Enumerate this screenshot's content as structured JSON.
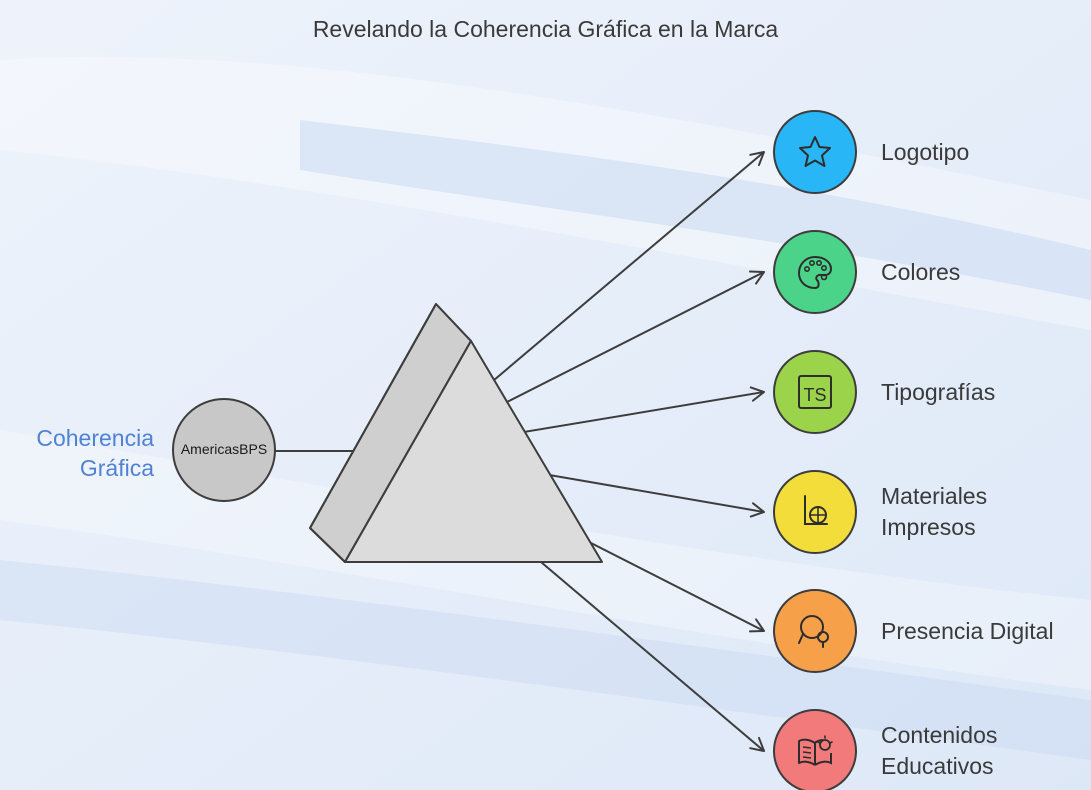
{
  "title": "Revelando la Coherencia Gráfica en la Marca",
  "side_label": {
    "line1": "Coherencia",
    "line2": "Gráfica"
  },
  "source": {
    "label": "AmericasBPS"
  },
  "outputs": [
    {
      "lines": [
        "Logotipo"
      ],
      "color": "#29b6f6",
      "icon": "star-icon"
    },
    {
      "lines": [
        "Colores"
      ],
      "color": "#4cd38a",
      "icon": "palette-icon"
    },
    {
      "lines": [
        "Tipografías"
      ],
      "color": "#9bd44a",
      "icon": "typescript-icon"
    },
    {
      "lines": [
        "Materiales",
        "Impresos"
      ],
      "color": "#f2dd3a",
      "icon": "print-material-icon"
    },
    {
      "lines": [
        "Presencia Digital"
      ],
      "color": "#f7a04a",
      "icon": "search-person-icon"
    },
    {
      "lines": [
        "Contenidos",
        "Educativos"
      ],
      "color": "#f27a7a",
      "icon": "book-idea-icon"
    }
  ],
  "colors": {
    "side_label": "#4f82d4",
    "prism_fill": "#dcdcdc",
    "prism_stroke": "#3d3d3d",
    "source_fill": "#c8c8c8"
  }
}
